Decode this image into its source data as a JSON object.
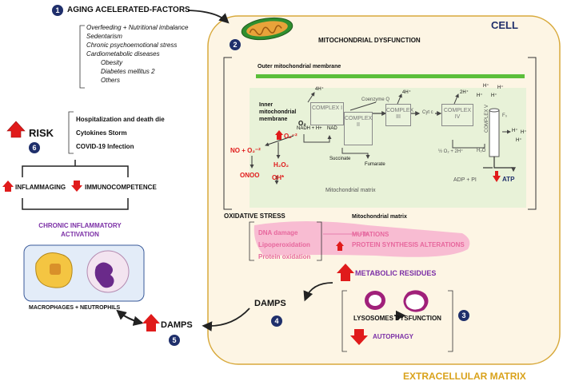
{
  "colors": {
    "cell_fill": "#fdf5e4",
    "cell_border": "#d8a93b",
    "membrane_green": "#5bbf3a",
    "matrix_green": "#e8f2d8",
    "arrow_red": "#e01b1b",
    "navy": "#1f2f6b",
    "purple": "#7b2fa6",
    "pink": "#f7b2cf",
    "gold": "#d9a21b"
  },
  "aging": {
    "num": "1",
    "title": "AGING ACELERATED-FACTORS",
    "items": [
      "Overfeeding + Nutritional imbalance",
      "Sedentarism",
      "Chronic psychoemotional stress",
      "Cardiometabolic diseases"
    ],
    "subitems": [
      "Obesity",
      "Diabetes mellitus 2",
      "Others"
    ]
  },
  "cell": {
    "label": "CELL",
    "num2": "2",
    "mito_title": "MITOCHONDRIAL DYSFUNCTION",
    "outer_membrane": "Outer mitochondrial membrane",
    "inner_membrane": "Inner mitochondrial membrane",
    "matrix_inner": "Mitochondrial matrix",
    "matrix_outer": "Mitochondrial matrix"
  },
  "etc": {
    "complex1": "COMPLEX I",
    "complex2": "COMPLEX II",
    "complex3": "COMPLEX III",
    "complex4": "COMPLEX IV",
    "complex5": "COMPLEX V",
    "coq": "Coenzyme Q",
    "cytc": "Cyt c",
    "h1": "4H⁺",
    "h3": "4H⁺",
    "h4": "2H⁺",
    "nadh": "NADH + H+",
    "nad": "NAD",
    "succinate": "Succinate",
    "fumarate": "Fumarate",
    "o2": "O₂",
    "o2half": "½ O₂ + 2H⁺",
    "h2o": "H₂O",
    "f0": "F₀",
    "adp": "ADP + PI",
    "atp": "ATP",
    "h_labels": [
      "H⁺",
      "H⁺",
      "H⁺",
      "H⁺",
      "H⁺",
      "H⁺",
      "H⁺"
    ]
  },
  "ros": {
    "superoxide": "O₂⁻²",
    "no_reaction": "NO + O₂⁻²",
    "onoo": "ONOO",
    "h2o2": "H₂O₂",
    "oh": "OH*"
  },
  "stress": {
    "title": "OXIDATIVE STRESS",
    "items": [
      "DNA damage",
      "Lipoperoxidation",
      "Protein oxidation"
    ],
    "outcomes": [
      "MUTATIONS",
      "PROTEIN SYNTHESIS ALTERATIONS"
    ]
  },
  "metabolic": {
    "label": "METABOLIC RESIDUES"
  },
  "lysosome": {
    "num": "3",
    "title": "LYSOSOMES DYSFUNCTION",
    "autophagy": "AUTOPHAGY"
  },
  "damps_inner": {
    "label": "DAMPS",
    "num": "4"
  },
  "damps_outer": {
    "label": "DAMPS",
    "num": "5"
  },
  "risk": {
    "label": "RISK",
    "num": "6",
    "items": [
      "Hospitalization and death die",
      "Cytokines Storm",
      "COVID-19 Infection"
    ]
  },
  "immune": {
    "inflammaging": "INFLAMMAGING",
    "immunocompetence": "IMMUNOCOMPETENCE",
    "chronic": [
      "CHRONIC INFLAMMATORY",
      "ACTIVATION"
    ],
    "cells": "MACROPHAGES + NEUTROPHILS"
  },
  "extracellular": "EXTRACELLULAR MATRIX"
}
